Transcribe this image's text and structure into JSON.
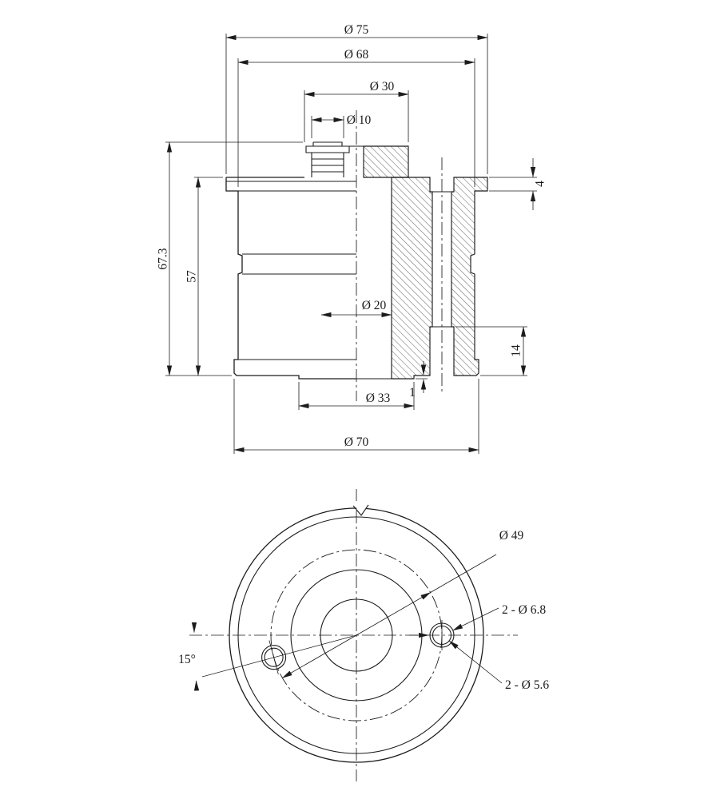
{
  "drawing": {
    "background": "#ffffff",
    "line_color": "#1c1c1c",
    "section_view": {
      "dims": {
        "dia75": "Ø 75",
        "dia68": "Ø 68",
        "dia30": "Ø 30",
        "dia10": "Ø 10",
        "height_total": "67.3",
        "height_body": "57",
        "step_top": "4",
        "dia20": "Ø 20",
        "cbore_depth": "14",
        "dia33": "Ø 33",
        "lip": "1",
        "dia70": "Ø 70"
      }
    },
    "bottom_view": {
      "dims": {
        "bolt_circle": "Ø 49",
        "holes_cbore": "2 - Ø 6.8",
        "holes_through": "2 - Ø 5.6",
        "angle": "15°"
      }
    }
  }
}
